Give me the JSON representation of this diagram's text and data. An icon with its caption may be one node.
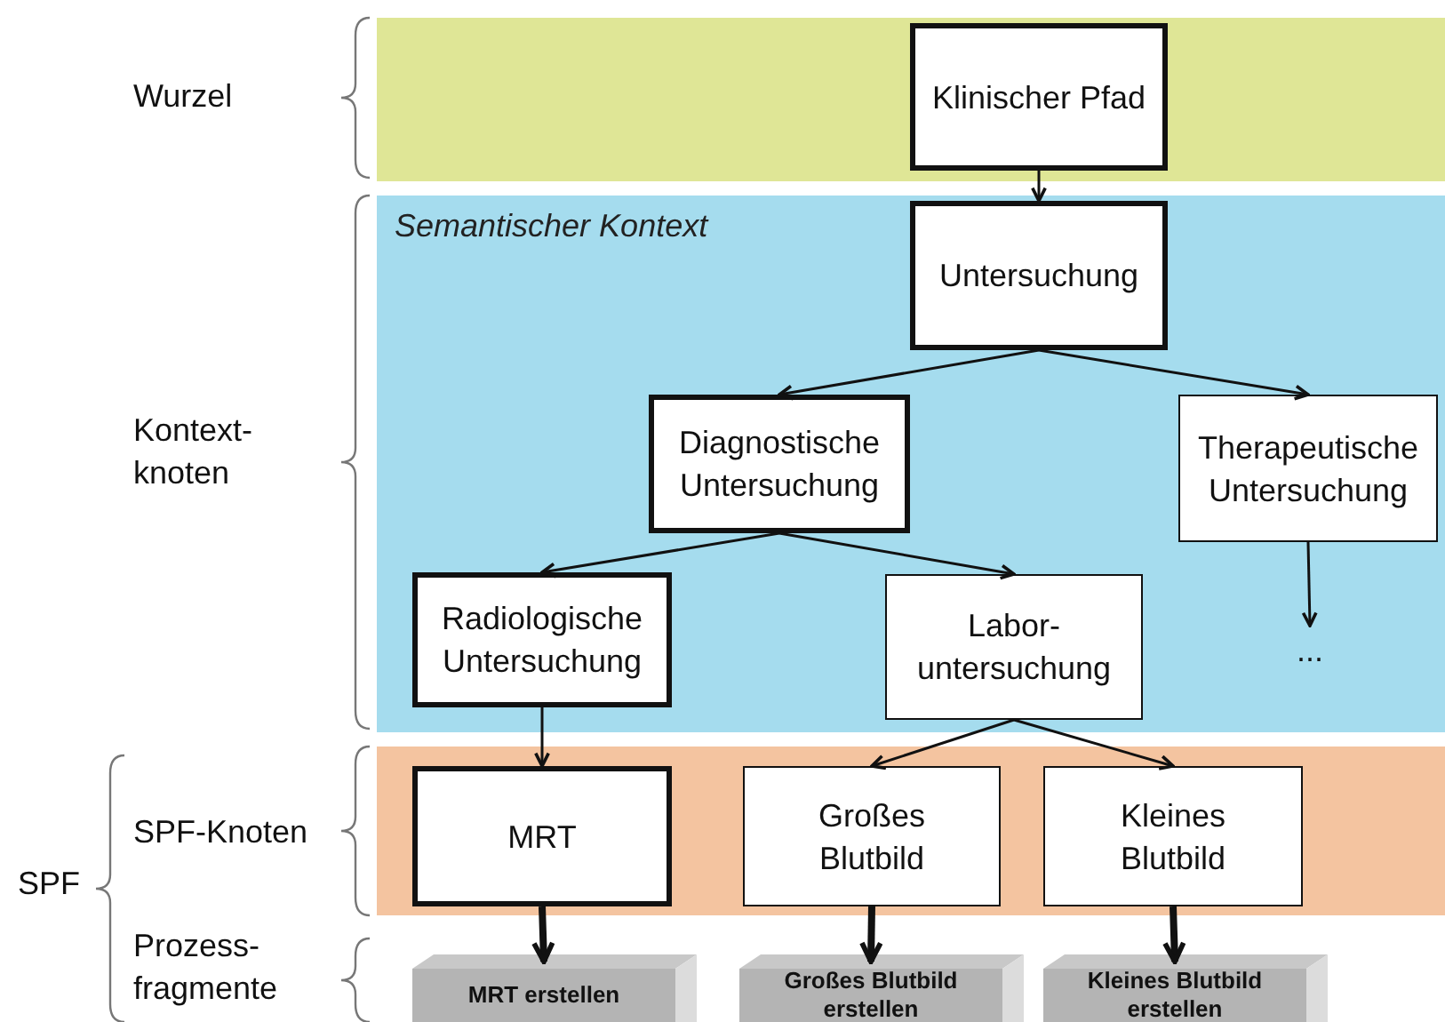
{
  "diagram": {
    "nodes": [
      {
        "text": [],
        "shape": "box"
      },
      {
        "text": [
          "Klinischer Pfad"
        ],
        "in": 0
      },
      {
        "text": [
          "Semantischer Kontext"
        ]
      },
      {
        "text": [
          "Untersuchung"
        ],
        "in": 2
      },
      {
        "text": [
          "Diagnostische Untersuchung"
        ],
        "in": 2
      },
      {
        "text": [
          "Therapeutische Untersuchung"
        ],
        "in": 2
      },
      {
        "text": [
          "Radiologische Untersuchung"
        ],
        "in": 2
      },
      {
        "text": [
          "Labor- untersuchung"
        ],
        "in": 2
      },
      {
        "text": [
          "..."
        ],
        "in": 2
      },
      {
        "text": [],
        "shape": "box"
      },
      {
        "text": [
          "MRT"
        ],
        "in": 9
      },
      {
        "text": [
          "Großes Blutbild"
        ],
        "in": 9
      },
      {
        "text": [
          "Kleines Blutbild"
        ],
        "in": 9
      },
      {
        "text": [
          "MRT erstellen"
        ]
      },
      {
        "text": [
          "Großes Blutbild erstellen"
        ]
      },
      {
        "text": [
          "Kleines Blutbild erstellen"
        ]
      }
    ],
    "edges": [
      {
        "from": 1,
        "to": 3,
        "arrow": "to"
      },
      {
        "from": 3,
        "to": 4,
        "arrow": "to"
      },
      {
        "from": 3,
        "to": 5,
        "arrow": "to"
      },
      {
        "from": 4,
        "to": 6,
        "arrow": "to"
      },
      {
        "from": 4,
        "to": 7,
        "arrow": "to"
      },
      {
        "from": 5,
        "to": 8,
        "arrow": "to"
      },
      {
        "from": 6,
        "to": 10,
        "arrow": "to"
      },
      {
        "from": 7,
        "to": 11,
        "arrow": "to"
      },
      {
        "from": 7,
        "to": 12,
        "arrow": "to"
      },
      {
        "from": 10,
        "to": 13,
        "arrow": "to",
        "style": "thick"
      },
      {
        "from": 11,
        "to": 14,
        "arrow": "to",
        "style": "thick"
      },
      {
        "from": 12,
        "to": 15,
        "arrow": "to",
        "style": "thick"
      }
    ],
    "labels": [
      "Wurzel",
      "Kontext- knoten",
      "SPF-Knoten",
      "SPF",
      "Prozess- fragmente"
    ]
  }
}
